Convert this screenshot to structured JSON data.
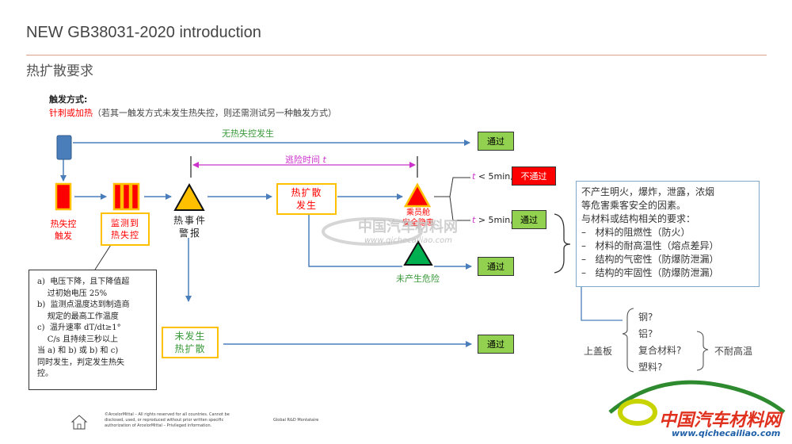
{
  "header": {
    "title": "NEW GB38031-2020 introduction",
    "subtitle": "热扩散要求"
  },
  "trigger": {
    "heading": "触发方式:",
    "method": "针刺或加热",
    "note": "（若其一触发方式未发生热失控，则还需测试另一种触发方式）"
  },
  "flow": {
    "no_runaway": "无热失控发生",
    "escape_time": "逃险时间",
    "escape_var": "t",
    "runaway_trigger": [
      "热失控",
      "触发"
    ],
    "monitor": [
      "监测到",
      "热失控"
    ],
    "event_alarm": [
      "热事件",
      "警报"
    ],
    "diffusion": [
      "热扩散",
      "发生"
    ],
    "cabin": [
      "乘员舱",
      "安全隐患"
    ],
    "no_danger": "未产生危险",
    "no_diffusion": [
      "未发生",
      "热扩散"
    ],
    "cond_lt": "< 5min,",
    "cond_gt": "> 5min,",
    "t_var": "t",
    "pass": "通过",
    "fail": "不通过"
  },
  "criteria": {
    "lines": [
      "a)  电压下降，且下降值超",
      "    过初始电压 25%",
      "b)  监测点温度达到制造商",
      "    规定的最高工作温度",
      "c)  温升速率 dT/dt≥1°",
      "    C/s 且持续三秒以上",
      "当 a) 和 b) 或 b) 和 c)",
      "同时发生，判定发生热失",
      "控。"
    ]
  },
  "hazard": {
    "lines": [
      "不产生明火，爆炸，泄露，浓烟",
      "等危害乘客安全的因素。",
      "与材料或结构相关的要求：",
      "–   材料的阻燃性（防火）",
      "–   材料的耐高温性（熔点差异）",
      "–   结构的气密性（防爆防泄漏）",
      "–   结构的牢固性（防爆防泄漏）"
    ]
  },
  "cover": {
    "label": "上盖板",
    "materials": [
      "钢?",
      "铝?",
      "复合材料?",
      "塑料?"
    ],
    "result": "不耐高温"
  },
  "footer": {
    "copyright": [
      "©ArcelorMittal – All rights reserved for all countries. Cannot be",
      "disclosed, used, or reproduced without prior written specific",
      "authorization of ArcelorMittal – Privileged information."
    ],
    "center": "Global R&D Montataire"
  },
  "watermark": {
    "cn": "中国汽车材料网",
    "url": "www.qichecailiao.com"
  },
  "colors": {
    "arrow": "#4a7ebb",
    "range": "#cc33cc",
    "pass": "#92d050",
    "fail": "#ff0000",
    "yellow_border": "#ffc000",
    "hazard_border": "#7fa7c9",
    "red_text": "#ff0000"
  }
}
